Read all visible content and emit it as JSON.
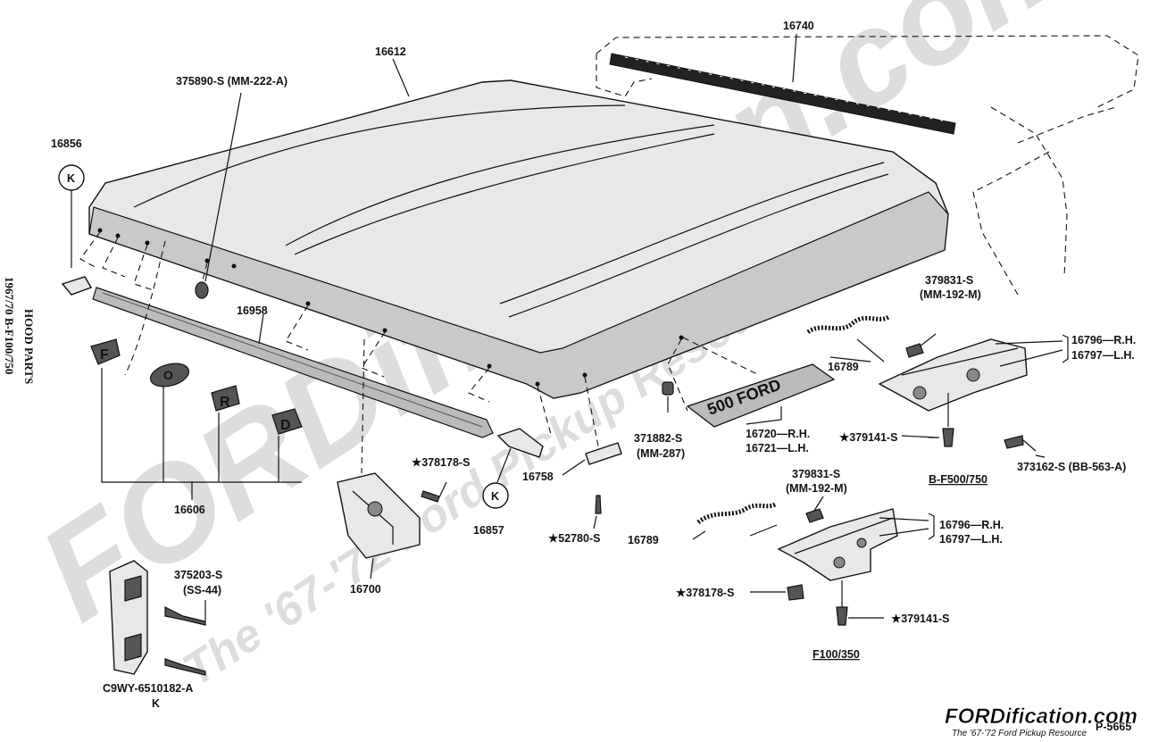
{
  "side_title": [
    "HOOD PARTS",
    "1967/70  B-F100/750"
  ],
  "labels": {
    "hood": "16612",
    "screw_top": "375890-S (MM-222-A)",
    "seal": "16740",
    "bumper_left": "16856",
    "k": "K",
    "molding": "16958",
    "emblem": "16606",
    "latch": "16700",
    "bumper_right": "16857",
    "bumper_block": "16758",
    "screw_52780": "★52780-S",
    "screw_378178_top": "★378178-S",
    "nut": [
      "371882-S",
      "(MM-287)"
    ],
    "nameplate": [
      "16720—R.H.",
      "16721—L.H."
    ],
    "spring_top": "16789",
    "bolt_379831_top": [
      "379831-S",
      "(MM-192-M)"
    ],
    "hinge_top": [
      "16796—R.H.",
      "16797—L.H."
    ],
    "bolt_379141_top": "★379141-S",
    "bolt_373162": "373162-S (BB-563-A)",
    "series_top": "B-F500/750",
    "bolt_379831_bot": [
      "379831-S",
      "(MM-192-M)"
    ],
    "spring_bot": "16789",
    "hinge_bot": [
      "16796—R.H.",
      "16797—L.H."
    ],
    "screw_378178_bot": "★378178-S",
    "bolt_379141_bot": "★379141-S",
    "series_bot": "F100/350",
    "clip_rivet": [
      "375203-S",
      "(SS-44)"
    ],
    "clip": "C9WY-6510182-A",
    "clip_k": "K",
    "plate_no": "P-5665"
  },
  "nameplate_text": "500 FORD",
  "emblem_letters": [
    "F",
    "O",
    "R",
    "D"
  ],
  "watermark": {
    "big": "FORDification.com",
    "tag": "The '67-'72 Ford Pickup Resource",
    "corner": "FORDification.com",
    "corner_tag": "The '67-'72 Ford Pickup Resource"
  }
}
